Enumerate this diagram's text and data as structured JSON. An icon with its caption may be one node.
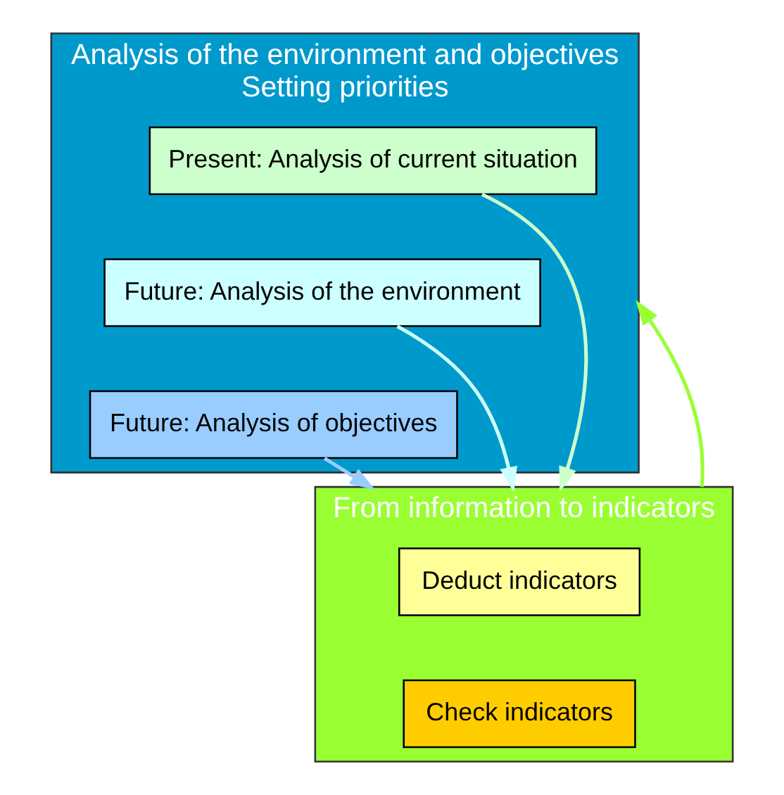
{
  "diagram": {
    "nodes": [
      {
        "text": [
          "Analysis of the environment and objectives",
          "Setting priorities"
        ]
      },
      {
        "text": [
          "Present: Analysis of current situation"
        ],
        "in": 0
      },
      {
        "text": [
          "Future: Analysis of the environment"
        ],
        "in": 0
      },
      {
        "text": [
          "Future: Analysis of objectives"
        ],
        "in": 0
      },
      {
        "text": [
          "From information to indicators"
        ]
      },
      {
        "text": [
          "Deduct indicators"
        ],
        "in": 4
      },
      {
        "text": [
          "Check indicators"
        ],
        "in": 4
      }
    ],
    "edges": [
      {
        "from": 1,
        "to": 4,
        "arrow": "to",
        "color": "#ccffcc"
      },
      {
        "from": 2,
        "to": 4,
        "arrow": "to",
        "color": "#ccffff"
      },
      {
        "from": 3,
        "to": 4,
        "arrow": "to",
        "color": "#99ccff"
      },
      {
        "from": 4,
        "to": 0,
        "arrow": "to",
        "color": "#99ff33"
      }
    ]
  }
}
